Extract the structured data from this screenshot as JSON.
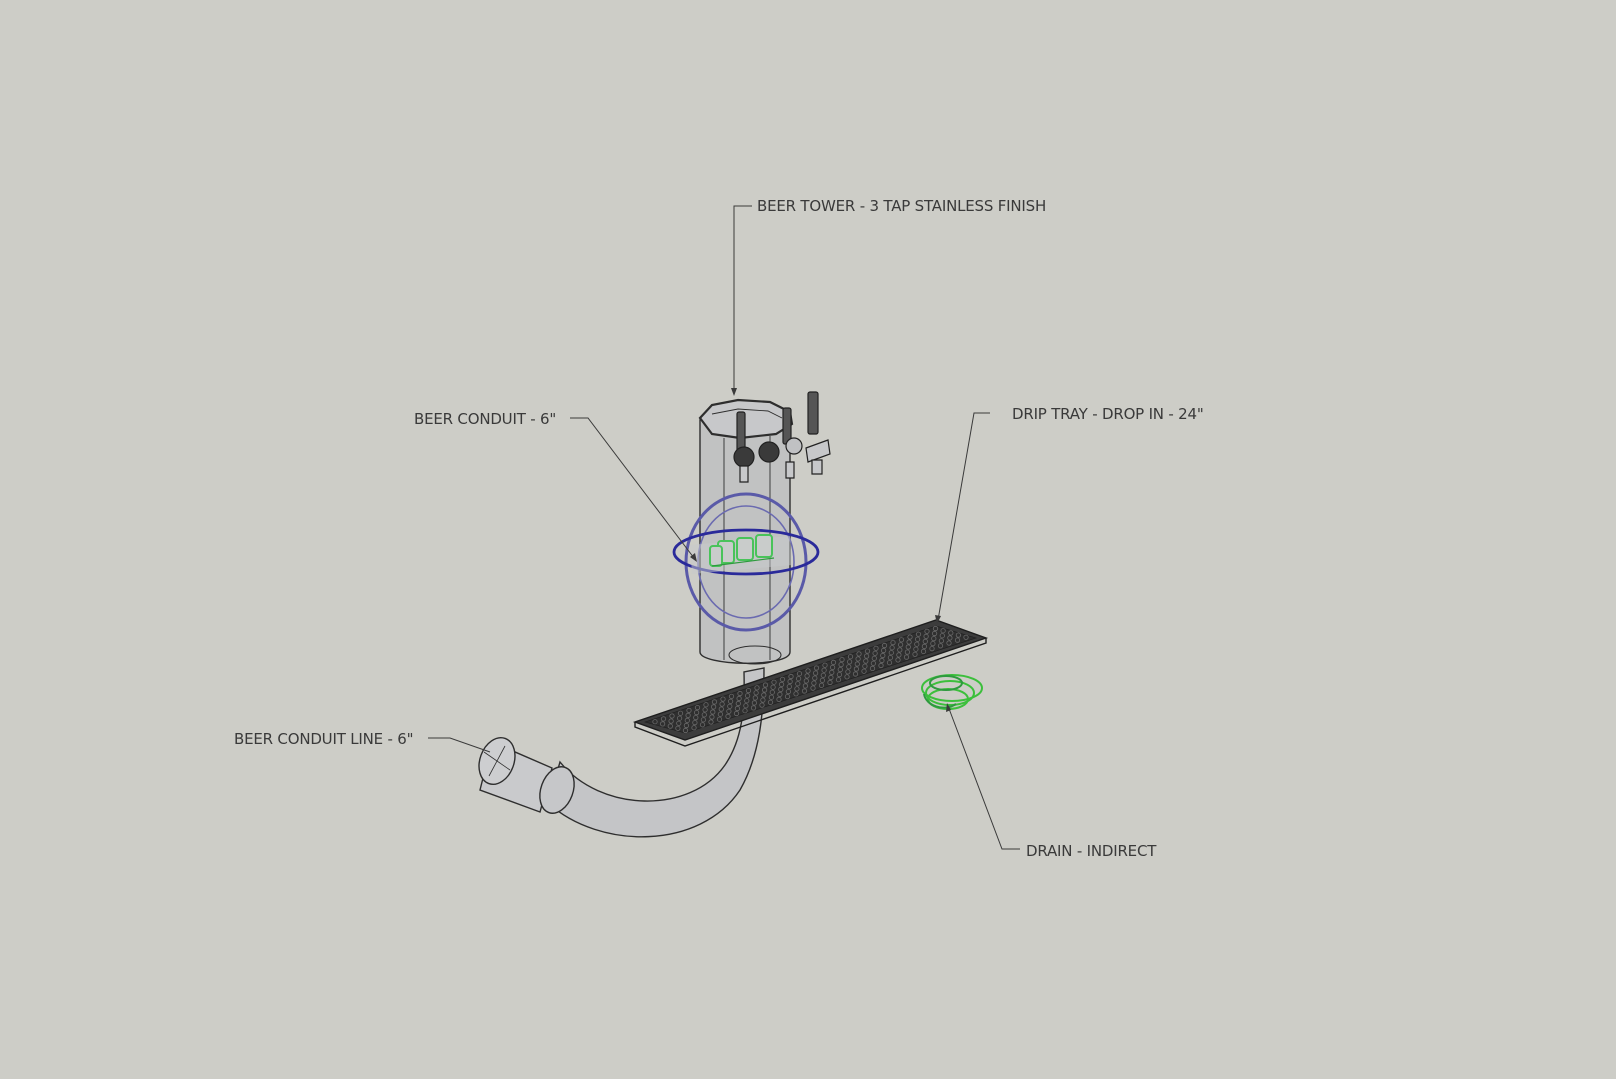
{
  "colors": {
    "background": "#cdcdc7",
    "edge": "#2e2e2e",
    "transparent_fill": "#bfc0c2",
    "conduit_ring": "#2a2a9a",
    "beer_lettering": "#49c35a",
    "drain": "#3cbf3c",
    "drip_tray": "#3c3c3c"
  },
  "labels": {
    "beer_tower": "BEER TOWER - 3 TAP STAINLESS FINISH",
    "beer_conduit": "BEER CONDUIT - 6\"",
    "drip_tray": "DRIP TRAY - DROP IN - 24\"",
    "beer_conduit_line": "BEER CONDUIT LINE - 6\"",
    "drain": "DRAIN - INDIRECT"
  }
}
